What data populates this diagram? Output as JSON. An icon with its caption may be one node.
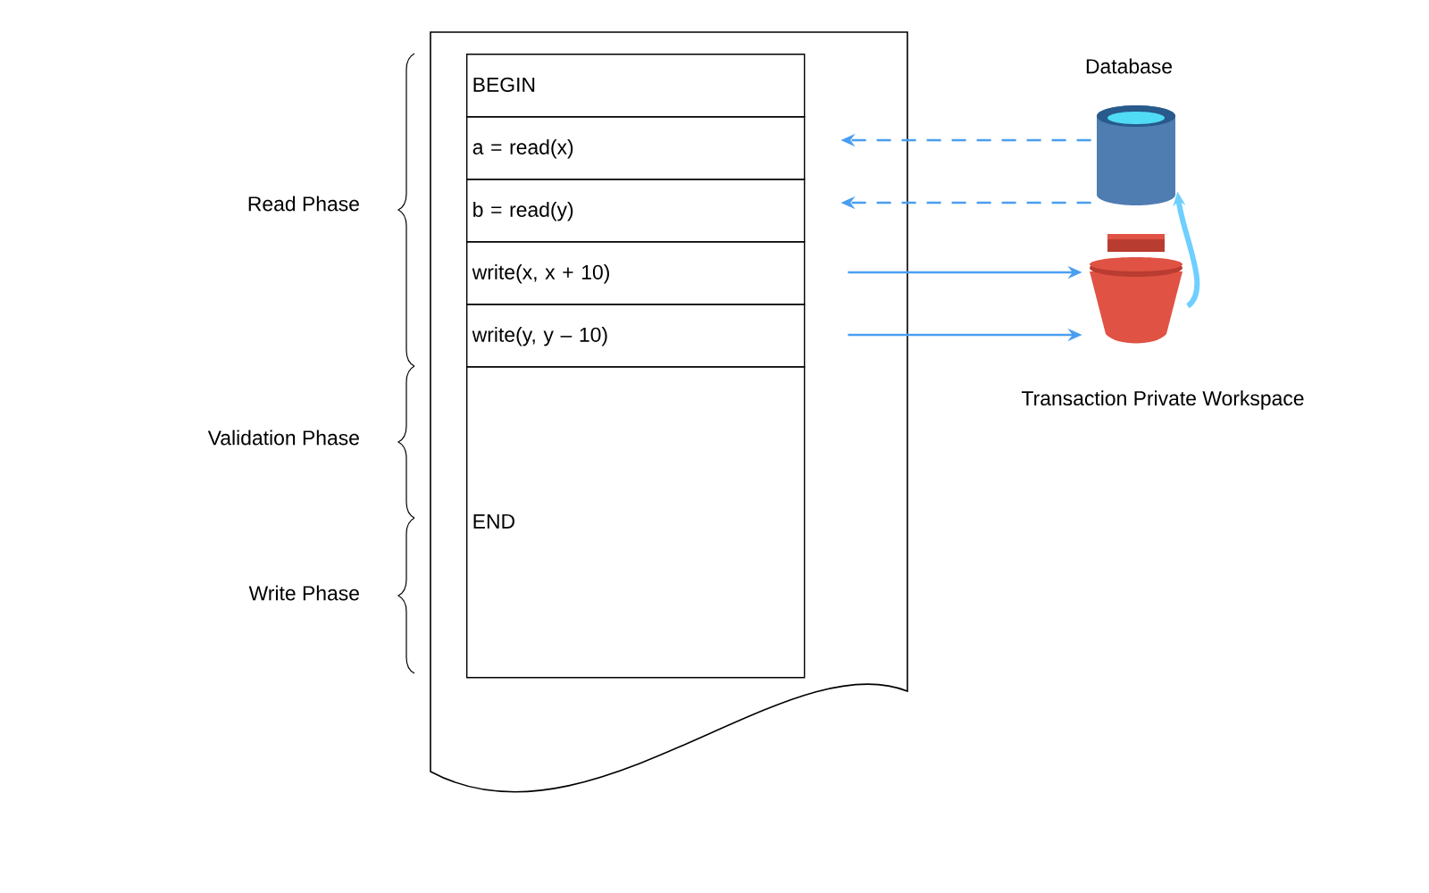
{
  "diagram": {
    "nodes": [
      {
        "text": [],
        "shape": "document"
      },
      {
        "text": [
          "BEGIN"
        ],
        "in": 0
      },
      {
        "text": [
          "a = read(x)"
        ],
        "in": 0
      },
      {
        "text": [
          "b = read(y)"
        ],
        "in": 0
      },
      {
        "text": [
          "write(x, x + 10)"
        ],
        "in": 0
      },
      {
        "text": [
          "write(y, y – 10)"
        ],
        "in": 0
      },
      {
        "text": [
          "END"
        ],
        "in": 0
      },
      {
        "text": [
          "Database"
        ]
      },
      {
        "text": [
          "Transaction Private Workspace"
        ]
      }
    ],
    "edges": [
      {
        "from": 7,
        "to": 2,
        "arrow": "to",
        "style": "dashed"
      },
      {
        "from": 7,
        "to": 3,
        "arrow": "to",
        "style": "dashed"
      },
      {
        "from": 4,
        "to": 8,
        "arrow": "to"
      },
      {
        "from": 5,
        "to": 8,
        "arrow": "to"
      },
      {
        "from": 8,
        "to": 7,
        "arrow": "to",
        "style": "thick",
        "color": "#6fcfff"
      }
    ],
    "labels": [
      "Read Phase",
      "Validation Phase",
      "Write Phase"
    ]
  }
}
